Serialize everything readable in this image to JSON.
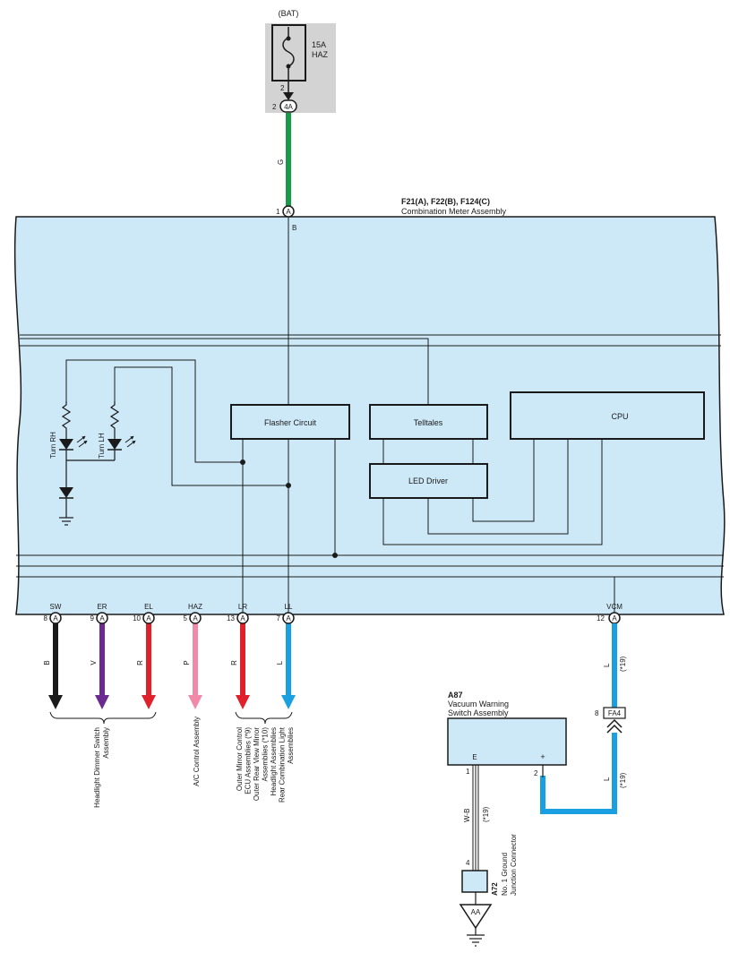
{
  "fuse_block": {
    "source": "(BAT)",
    "fuse_rating": "15A",
    "fuse_name": "HAZ",
    "fuse_pin": "2",
    "connector_pin": "2",
    "connector_id": "4A"
  },
  "main_wire": {
    "color_code": "G"
  },
  "meter": {
    "connectors": "F21(A), F22(B), F124(C)",
    "name": "Combination Meter Assembly",
    "pin1_num": "1",
    "pin1_conn": "A",
    "pin1_inner_wire": "B",
    "blocks": {
      "flasher": "Flasher Circuit",
      "telltales": "Telltales",
      "led_driver": "LED Driver",
      "cpu": "CPU"
    },
    "lamps": {
      "turn_rh": "Turn RH",
      "turn_lh": "Turn LH"
    }
  },
  "bottom_pins": [
    {
      "num": "8",
      "conn": "A",
      "signal": "SW",
      "wire_code": "B",
      "color": "#1a1a1a"
    },
    {
      "num": "9",
      "conn": "A",
      "signal": "ER",
      "wire_code": "V",
      "color": "#6a2a8f"
    },
    {
      "num": "10",
      "conn": "A",
      "signal": "EL",
      "wire_code": "R",
      "color": "#e0202a"
    },
    {
      "num": "5",
      "conn": "A",
      "signal": "HAZ",
      "wire_code": "P",
      "color": "#f08aa8"
    },
    {
      "num": "13",
      "conn": "A",
      "signal": "LR",
      "wire_code": "R",
      "color": "#e0202a"
    },
    {
      "num": "7",
      "conn": "A",
      "signal": "LL",
      "wire_code": "L",
      "color": "#1aa0e0"
    }
  ],
  "destinations": {
    "headlight_dimmer": [
      "Headlight Dimmer Switch",
      "Assembly"
    ],
    "ac_control": [
      "A/C Control Assembly"
    ],
    "mirror_group": [
      "Outer Mirror Control",
      "ECU Assemblies (*9)",
      "Outer Rear View Mirror",
      "Assemblies (*10)",
      "Headlight Assemblies",
      "Rear Combination Light",
      "Assemblies"
    ]
  },
  "vcm": {
    "num": "12",
    "conn": "A",
    "signal": "VCM",
    "wire_code": "L",
    "wire_note": "(*19)",
    "connector_pin": "8",
    "connector_id": "FA4",
    "wire_code_2": "L",
    "wire_note_2": "(*19)"
  },
  "vacuum_switch": {
    "id": "A87",
    "name_line1": "Vacuum Warning",
    "name_line2": "Switch Assembly",
    "term_e": "E",
    "term_plus": "+",
    "pin_e": "1",
    "pin_plus": "2",
    "ground_wire": "W-B",
    "ground_note": "(*19)"
  },
  "ground_junction": {
    "pin": "4",
    "id": "A72",
    "name_line1": "No. 1 Ground",
    "name_line2": "Junction Connector",
    "ground_label": "AA"
  },
  "colors": {
    "meter_fill": "#cde9f8",
    "fuse_fill": "#d3d3d3",
    "green": "#1a9a48",
    "blue": "#1aa0e0"
  }
}
